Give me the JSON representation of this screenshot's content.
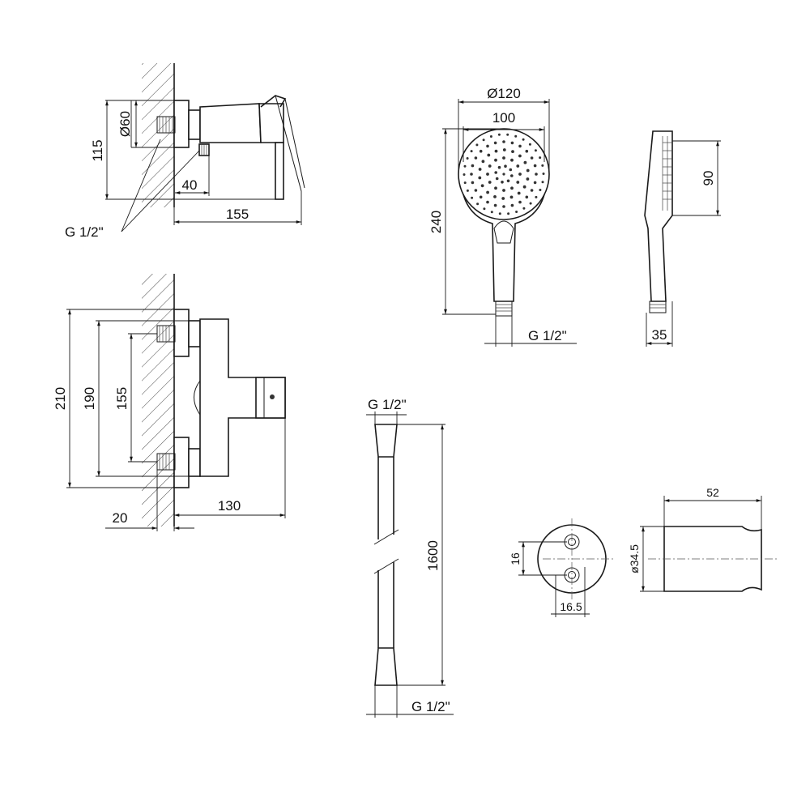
{
  "mixer_side": {
    "d_flange": "Ø60",
    "height": "115",
    "outlet_offset": "40",
    "depth": "155",
    "thread": "G 1/2\""
  },
  "mixer_front": {
    "total_height": "210",
    "height_190": "190",
    "axis_spacing": "155",
    "wall_offset": "20",
    "depth": "130"
  },
  "shower_head": {
    "diameter": "Ø120",
    "face": "100",
    "length": "240",
    "thread": "G 1/2\"",
    "side_head": "90",
    "side_depth": "35"
  },
  "hose": {
    "top_thread": "G 1/2\"",
    "length": "1600",
    "bottom_thread": "G 1/2\""
  },
  "holder": {
    "hole_spacing": "16",
    "hole_offset": "16.5",
    "diameter": "ø34.5",
    "depth": "52"
  }
}
